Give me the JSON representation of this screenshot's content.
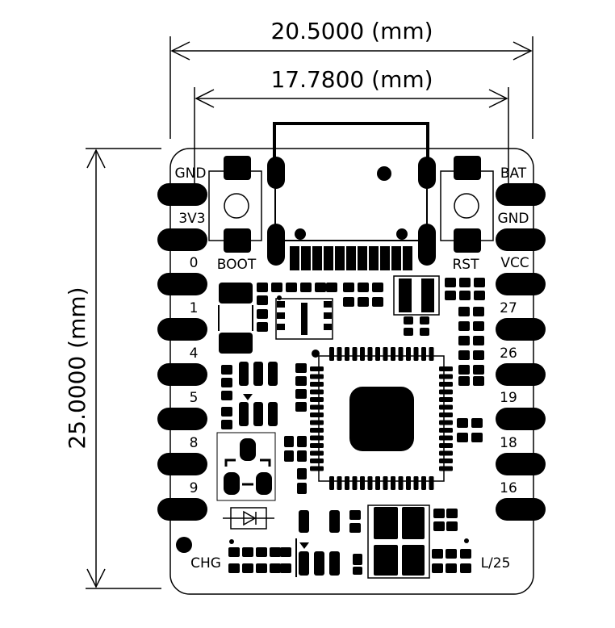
{
  "dimensions": {
    "overall_width": "20.5000 (mm)",
    "pin_pitch_width": "17.7800 (mm)",
    "height": "25.0000 (mm)"
  },
  "buttons": {
    "boot": "BOOT",
    "reset": "RST"
  },
  "left_pins": [
    "GND",
    "3V3",
    "0",
    "1",
    "4",
    "5",
    "8",
    "9"
  ],
  "right_pins": [
    "BAT",
    "GND",
    "VCC",
    "27",
    "26",
    "19",
    "18",
    "16"
  ],
  "bottom_labels": {
    "charge": "CHG",
    "version": "L/25"
  },
  "colors": {
    "ink": "#000000",
    "background": "#ffffff"
  }
}
